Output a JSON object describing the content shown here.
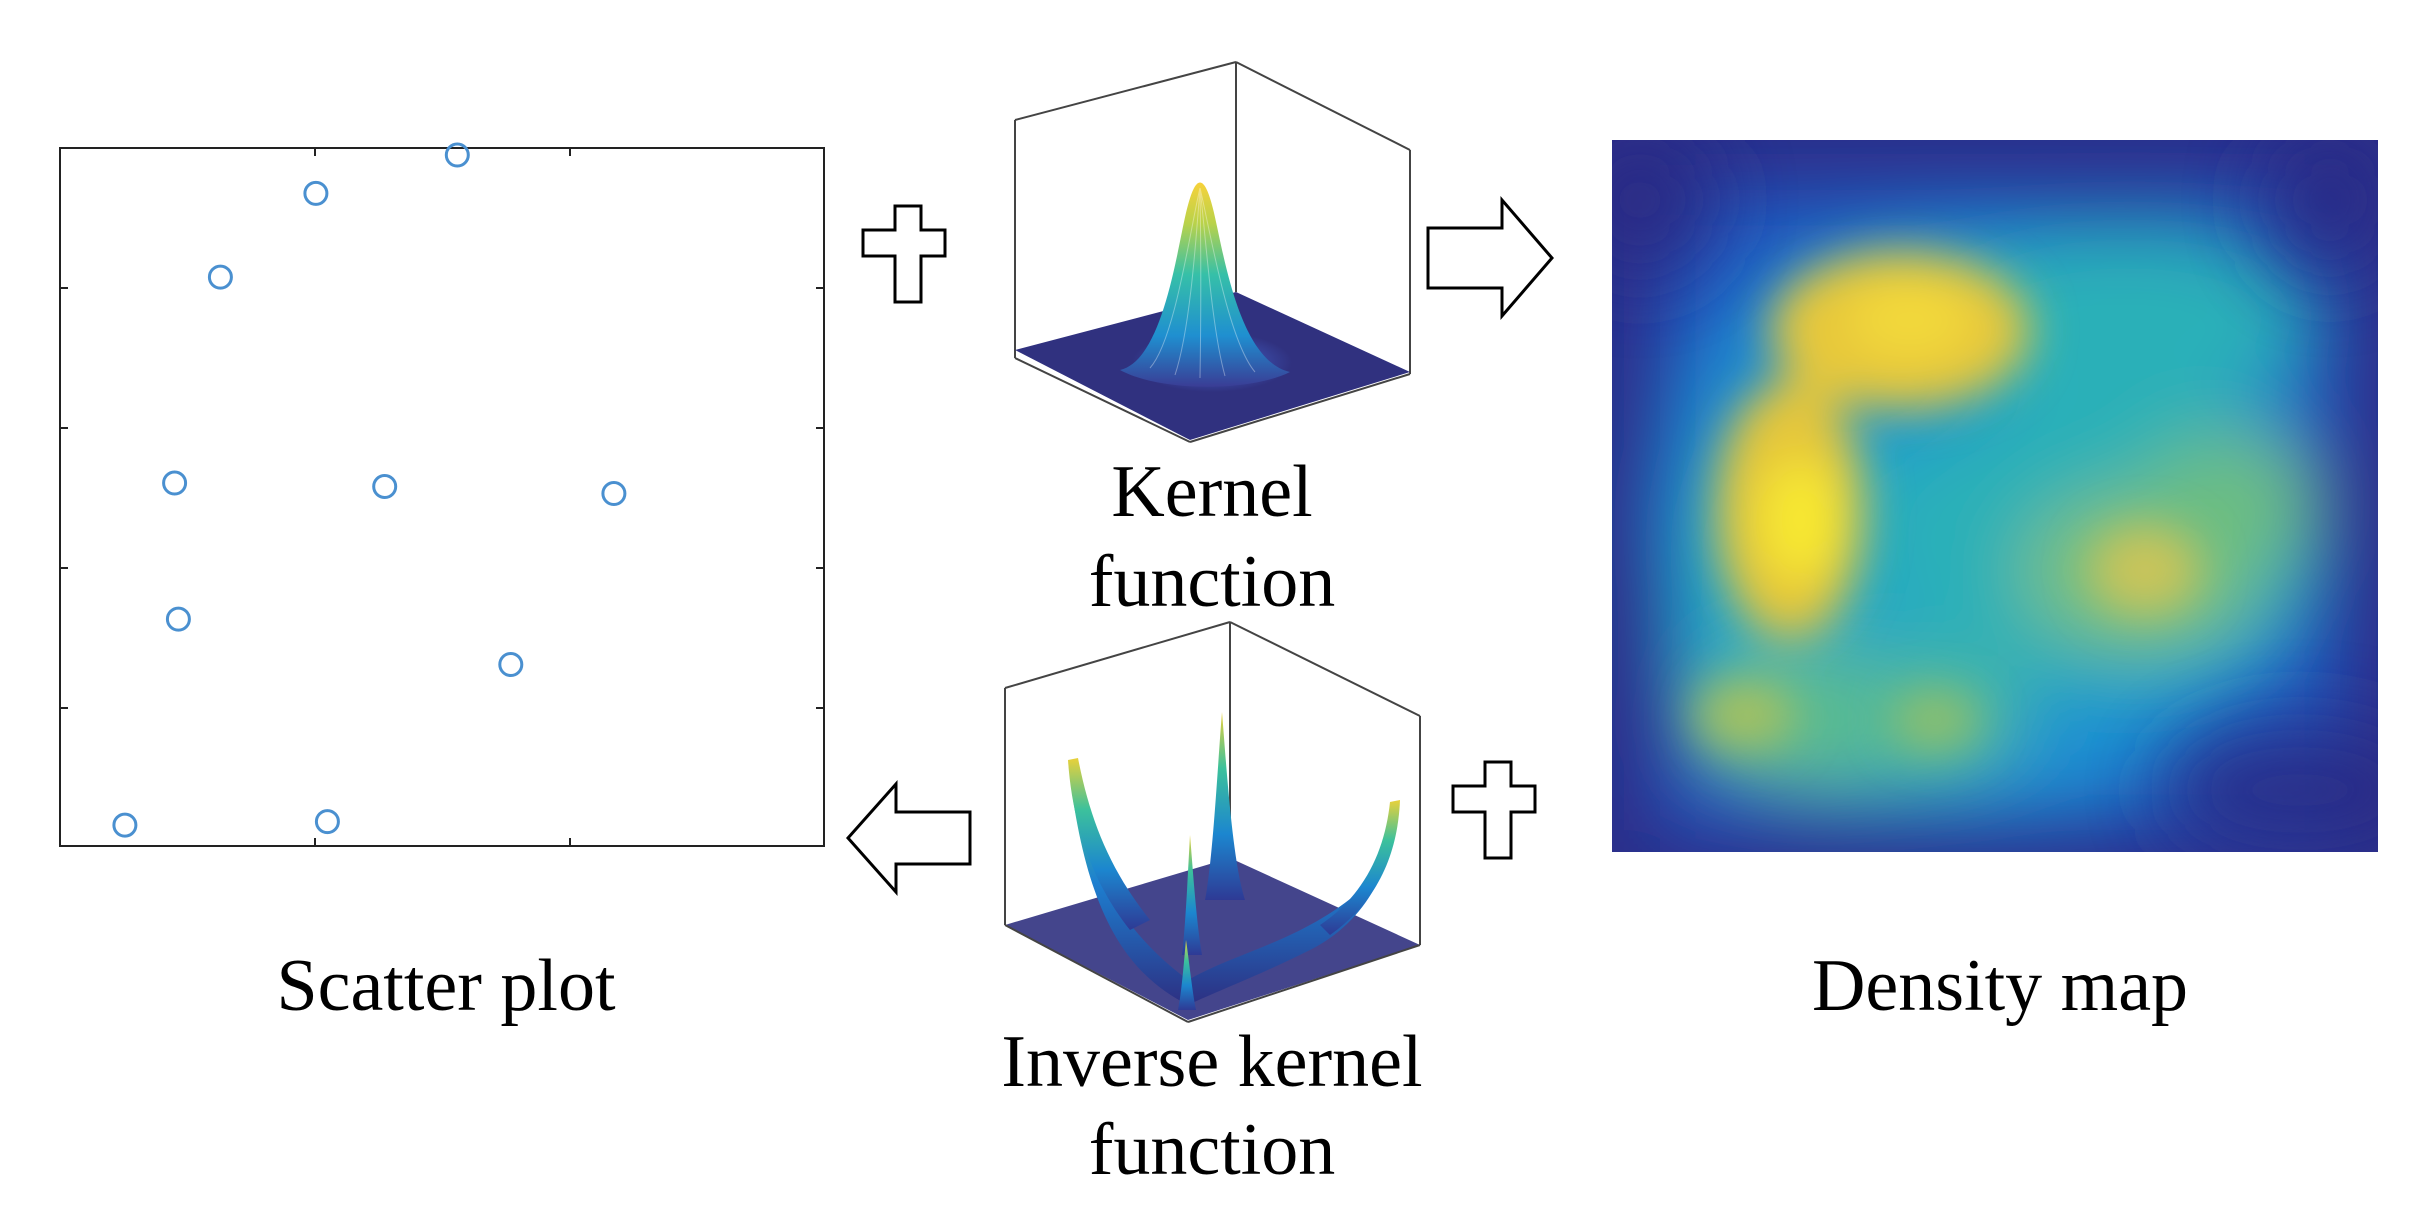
{
  "labels": {
    "scatter_plot": "Scatter plot",
    "kernel_line1": "Kernel",
    "kernel_line2": "function",
    "density_map": "Density  map",
    "inverse_line1": "Inverse kernel",
    "inverse_line2": "function"
  },
  "icons": {
    "plus_top": "plus-icon",
    "plus_bottom": "plus-icon",
    "arrow_right": "arrow-right-icon",
    "arrow_left": "arrow-left-icon"
  },
  "colors": {
    "point_stroke": "#4a90d0",
    "density_low": "#2c2e8a",
    "density_mid": "#1fa3c9",
    "density_high": "#f4e12a",
    "surface_base": "#30317f"
  },
  "chart_data": {
    "type": "scatter",
    "points": [
      {
        "x": 0.085,
        "y": 0.03
      },
      {
        "x": 0.35,
        "y": 0.035
      },
      {
        "x": 0.155,
        "y": 0.325
      },
      {
        "x": 0.15,
        "y": 0.52
      },
      {
        "x": 0.425,
        "y": 0.515
      },
      {
        "x": 0.725,
        "y": 0.505
      },
      {
        "x": 0.59,
        "y": 0.26
      },
      {
        "x": 0.21,
        "y": 0.815
      },
      {
        "x": 0.335,
        "y": 0.935
      },
      {
        "x": 0.52,
        "y": 0.99
      }
    ],
    "xlim": [
      0,
      1
    ],
    "ylim": [
      0,
      1
    ],
    "grid": false
  }
}
